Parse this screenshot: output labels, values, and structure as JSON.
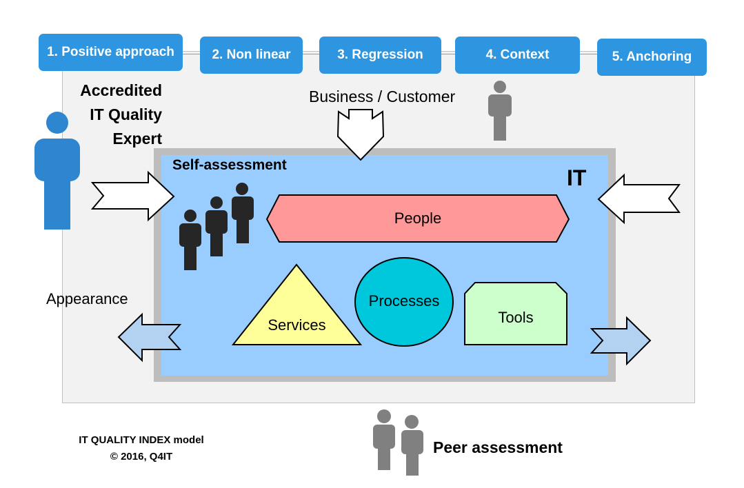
{
  "principles": [
    {
      "label": "1. Positive approach"
    },
    {
      "label": "2. Non linear"
    },
    {
      "label": "3. Regression"
    },
    {
      "label": "4. Context"
    },
    {
      "label": "5. Anchoring"
    }
  ],
  "expert_label_lines": [
    "Accredited",
    "IT Quality",
    "Expert"
  ],
  "business_customer_label": "Business / Customer",
  "self_assessment_label": "Self-assessment",
  "it_label": "IT",
  "people_label": "People",
  "services_label": "Services",
  "processes_label": "Processes",
  "tools_label": "Tools",
  "appearance_label": "Appearance",
  "footer": {
    "line1": "IT QUALITY INDEX model",
    "line2": "© 2016, Q4IT"
  },
  "peer_assessment_label": "Peer assessment",
  "colors": {
    "principle_box": "#2e95e0",
    "expert_figure": "#2e86d1",
    "it_area": "#99ccff",
    "it_border": "#bdbdbd",
    "people_shape": "#ff9999",
    "services_shape": "#ffff99",
    "processes_shape": "#00c8dc",
    "tools_shape": "#ccffcc",
    "gray_figure": "#808080",
    "team_figure": "#262626",
    "light_blue_arrow": "#b3d1f0"
  }
}
